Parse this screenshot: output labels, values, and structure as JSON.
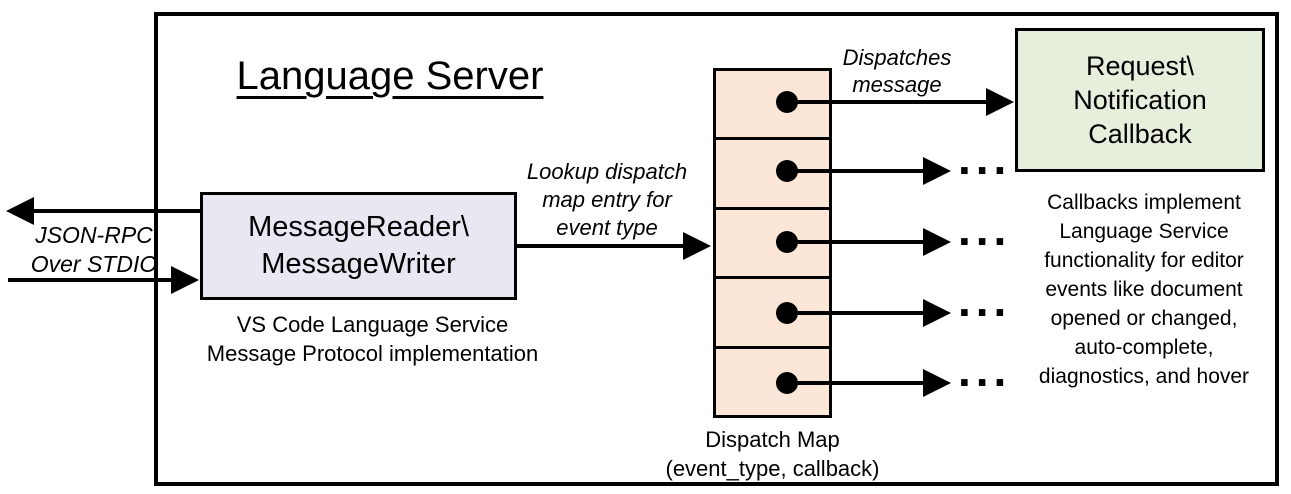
{
  "diagram": {
    "title": "Language Server",
    "stdio_label": {
      "line1": "JSON-RPC",
      "line2": "Over STDIO"
    },
    "message_box": {
      "line1": "MessageReader\\",
      "line2": "MessageWriter"
    },
    "message_box_caption": {
      "line1": "VS Code Language Service",
      "line2": "Message Protocol implementation"
    },
    "lookup_label": {
      "line1": "Lookup dispatch",
      "line2": "map entry for",
      "line3": "event type"
    },
    "dispatches_label": {
      "line1": "Dispatches",
      "line2": "message"
    },
    "callback_box": {
      "line1": "Request\\",
      "line2": "Notification",
      "line3": "Callback"
    },
    "callbacks_note": {
      "lines": [
        "Callbacks implement",
        "Language Service",
        "functionality for editor",
        "events like document",
        "opened or changed,",
        "auto-complete,",
        "diagnostics, and hover"
      ]
    },
    "dispatch_map_caption": {
      "line1": "Dispatch Map",
      "line2": "(event_type, callback)"
    },
    "ellipsis": "...",
    "colors": {
      "message_box_fill": "#E8E8F2",
      "dispatch_map_fill": "#FBE6D8",
      "callback_box_fill": "#E5EFDC",
      "stroke": "#000000",
      "background": "#FFFFFF"
    }
  }
}
